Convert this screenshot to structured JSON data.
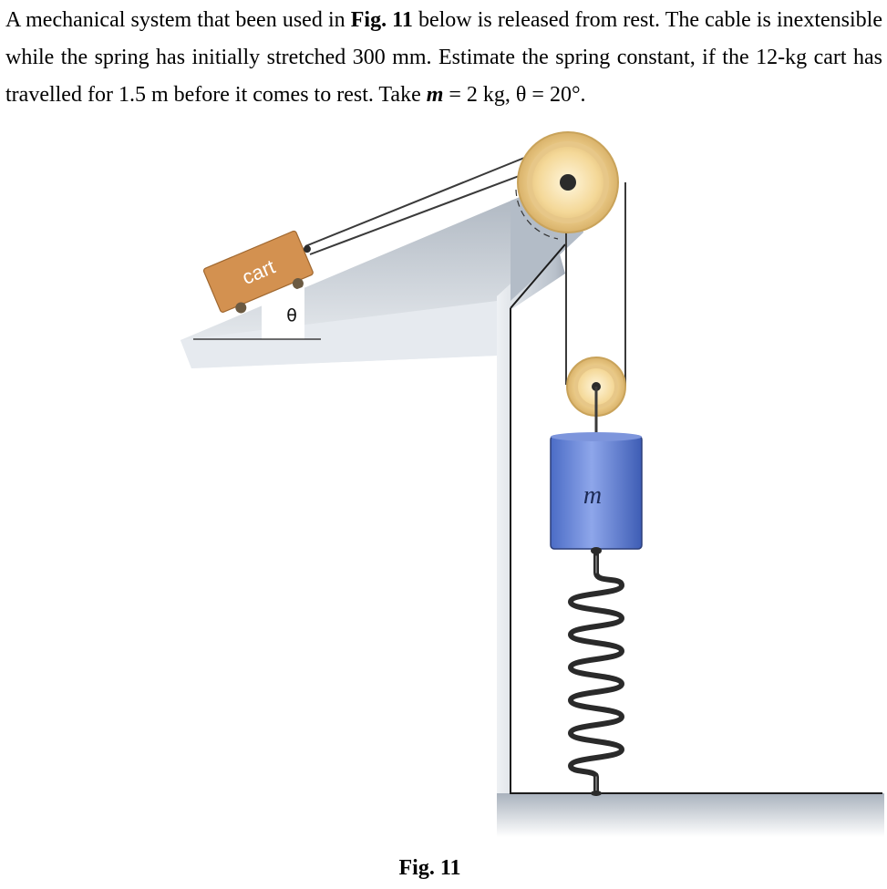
{
  "problem": {
    "t1": "A mechanical system that been used in ",
    "b1": "Fig. 11",
    "t2": " below is released from rest. The cable is inextensible while the spring has initially stretched 300 mm. Estimate the spring constant, if the 12-kg cart has travelled for 1.5 m before it comes to rest. Take ",
    "var_m": "m",
    "t3": " = 2 kg, θ = 20°."
  },
  "figure": {
    "cart_label": "cart",
    "angle_label": "θ",
    "mass_label": "m",
    "caption": "Fig. 11"
  },
  "colors": {
    "frame_dark": "#a7b0bc",
    "frame_light": "#e9edf2",
    "cart": "#d39150",
    "pulley": "#f0cf8a",
    "mass_block": "#5e7ed4",
    "spring": "#2a2a2a"
  }
}
